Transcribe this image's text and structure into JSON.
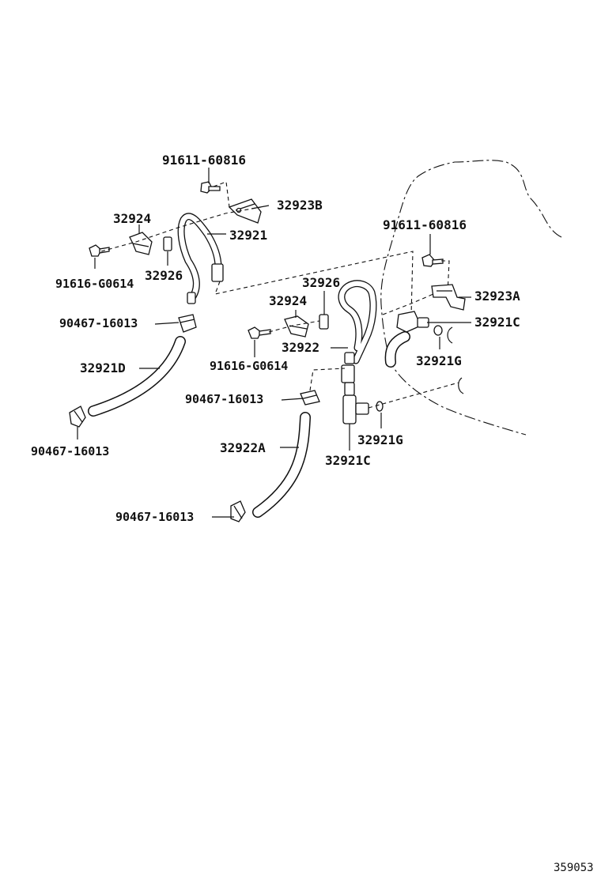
{
  "labels": {
    "bolt_top_left": "91611-60816",
    "bracket_b": "32923B",
    "clamp_left": "32924",
    "tube_left": "32921",
    "bolt_left": "91616-G0614",
    "sleeve_left": "32926",
    "clip_left_upper": "90467-16013",
    "hose_left": "32921D",
    "clip_left_lower": "90467-16013",
    "bolt_top_right": "91611-60816",
    "sleeve_mid": "32926",
    "clamp_mid": "32924",
    "bracket_a": "32923A",
    "union_right": "32921C",
    "tube_mid": "32922",
    "gasket_right": "32921G",
    "bolt_mid": "91616-G0614",
    "clip_mid_upper": "90467-16013",
    "gasket_mid": "32921G",
    "hose_mid": "32922A",
    "union_mid": "32921C",
    "clip_mid_lower": "90467-16013"
  },
  "figure_number": "359053",
  "colors": {
    "line": "#111111",
    "background": "#ffffff"
  }
}
